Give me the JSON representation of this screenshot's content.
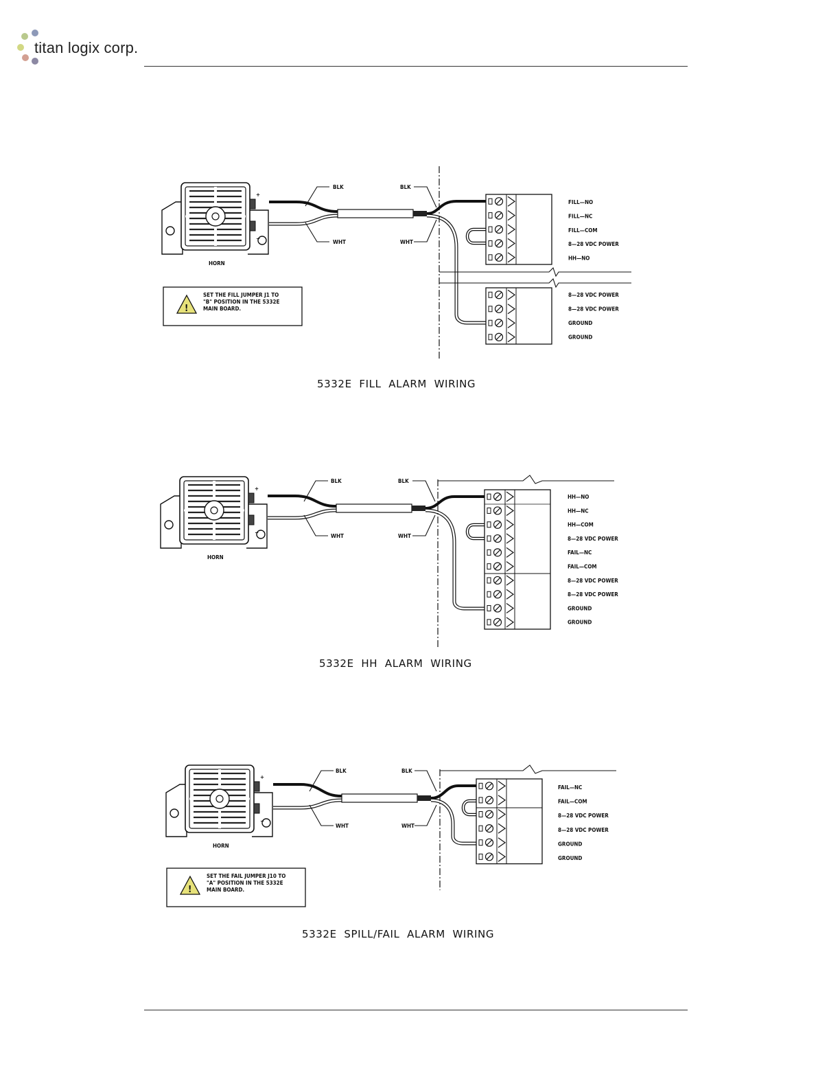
{
  "header": {
    "company": "titan logix corp.",
    "logo_colors": [
      "#9aa8c4",
      "#b6c98a",
      "#c9d67f",
      "#d4a090",
      "#8e8aa6"
    ]
  },
  "diagrams": [
    {
      "id": "fill",
      "caption": "5332E  FILL  ALARM  WIRING",
      "horn_label": "HORN",
      "wire_labels": {
        "blk_left": "BLK",
        "blk_right": "BLK",
        "wht_left": "WHT",
        "wht_right": "WHT"
      },
      "polarity": {
        "plus": "+",
        "minus": "−"
      },
      "warning": "SET THE FILL JUMPER J1 TO\n\"B\" POSITION IN THE 5332E\nMAIN BOARD.",
      "terminal_block_1": [
        "FILL—NO",
        "FILL—NC",
        "FILL—COM",
        "8—28 VDC POWER",
        "HH—NO"
      ],
      "terminal_block_2": [
        "8—28 VDC POWER",
        "8—28 VDC POWER",
        "GROUND",
        "GROUND"
      ]
    },
    {
      "id": "hh",
      "caption": "5332E  HH  ALARM  WIRING",
      "horn_label": "HORN",
      "wire_labels": {
        "blk_left": "BLK",
        "blk_right": "BLK",
        "wht_left": "WHT",
        "wht_right": "WHT"
      },
      "polarity": {
        "plus": "+",
        "minus": "−"
      },
      "terminal_block": [
        "HH—NO",
        "HH—NC",
        "HH—COM",
        "8—28 VDC POWER",
        "FAIL—NC",
        "FAIL—COM",
        "8—28 VDC POWER",
        "8—28 VDC POWER",
        "GROUND",
        "GROUND"
      ]
    },
    {
      "id": "spill",
      "caption": "5332E  SPILL/FAIL  ALARM  WIRING",
      "horn_label": "HORN",
      "wire_labels": {
        "blk_left": "BLK",
        "blk_right": "BLK",
        "wht_left": "WHT",
        "wht_right": "WHT"
      },
      "polarity": {
        "plus": "+",
        "minus": "−"
      },
      "warning": "SET THE FAIL JUMPER J10 TO\n\"A\" POSITION IN THE 5332E\nMAIN BOARD.",
      "terminal_block": [
        "FAIL—NC",
        "FAIL—COM",
        "8—28 VDC POWER",
        "8—28 VDC POWER",
        "GROUND",
        "GROUND"
      ]
    }
  ]
}
